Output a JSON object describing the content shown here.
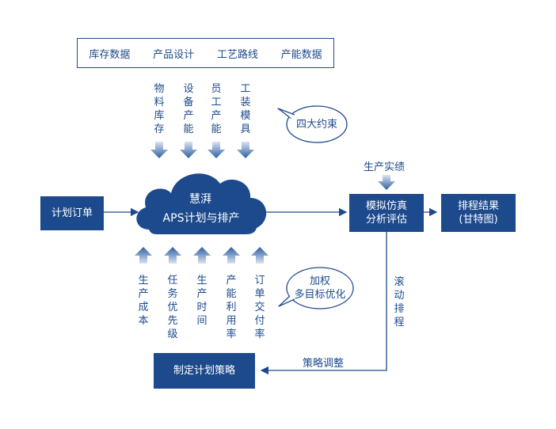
{
  "top_bar": [
    "库存数据",
    "产品设计",
    "工艺路线",
    "产能数据"
  ],
  "constraints": [
    "物料库存",
    "设备产能",
    "员工产能",
    "工装模具"
  ],
  "constraints_bubble": "四大约束",
  "cloud": {
    "line1": "慧湃",
    "line2": "APS计划与排产"
  },
  "plan_order": "计划订单",
  "production_actual": "生产实绩",
  "simulation": {
    "line1": "模拟仿真",
    "line2": "分析评估"
  },
  "result": {
    "line1": "排程结果",
    "line2": "(甘特图)"
  },
  "objectives": [
    "生产成本",
    "任务优先级",
    "生产时间",
    "产能利用率",
    "订单交付率"
  ],
  "objectives_bubble": {
    "line1": "加权",
    "line2": "多目标优化"
  },
  "rolling": "滚动排程",
  "strategy_adjust": "策略调整",
  "strategy_box": "制定计划策略",
  "colors": {
    "navy": "#1d4a8c",
    "arrow_gradient_light": "#c9d6ea",
    "arrow_gradient_dark": "#2c5ea3"
  }
}
